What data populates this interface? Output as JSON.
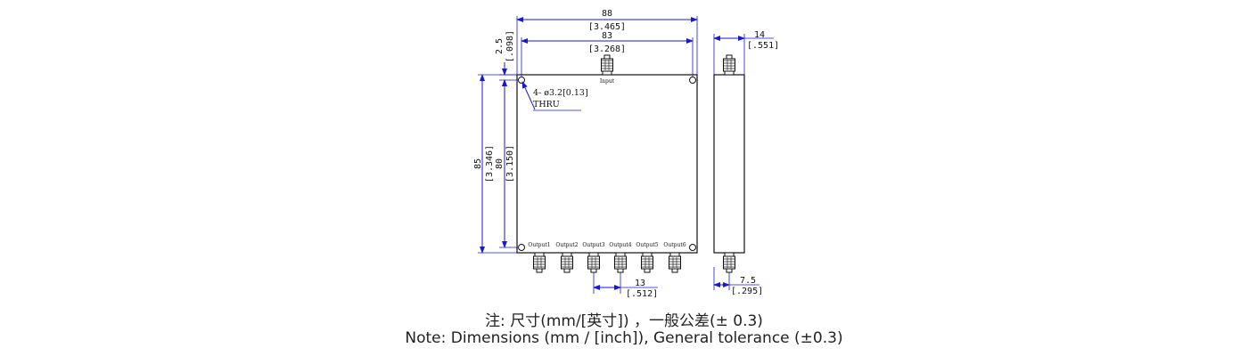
{
  "dimensions": {
    "width_overall": {
      "mm": "88",
      "inch": "[3.465]"
    },
    "hole_spacing_x": {
      "mm": "83",
      "inch": "[3.268]"
    },
    "hole_offset_top": {
      "mm": "2.5",
      "inch": "[.098]"
    },
    "height_overall": {
      "mm": "85",
      "inch": "[3.346]"
    },
    "hole_spacing_y": {
      "mm": "80",
      "inch": "[3.150]"
    },
    "thickness": {
      "mm": "14",
      "inch": "[.551]"
    },
    "output_pitch": {
      "mm": "13",
      "inch": "[.512]"
    },
    "side_connector_offset": {
      "mm": "7.5",
      "inch": "[.295]"
    }
  },
  "hole_note": {
    "line1": "4- ø3.2[0.13]",
    "line2": "THRU"
  },
  "port_labels": {
    "input": "Input",
    "outputs": [
      "Output1",
      "Output2",
      "Output3",
      "Output4",
      "Output5",
      "Output6"
    ]
  },
  "notes": {
    "zh": "注: 尺寸(mm/[英寸]) ，一般公差(± 0.3)",
    "en": "Note: Dimensions (mm / [inch]), General tolerance (±0.3)"
  }
}
